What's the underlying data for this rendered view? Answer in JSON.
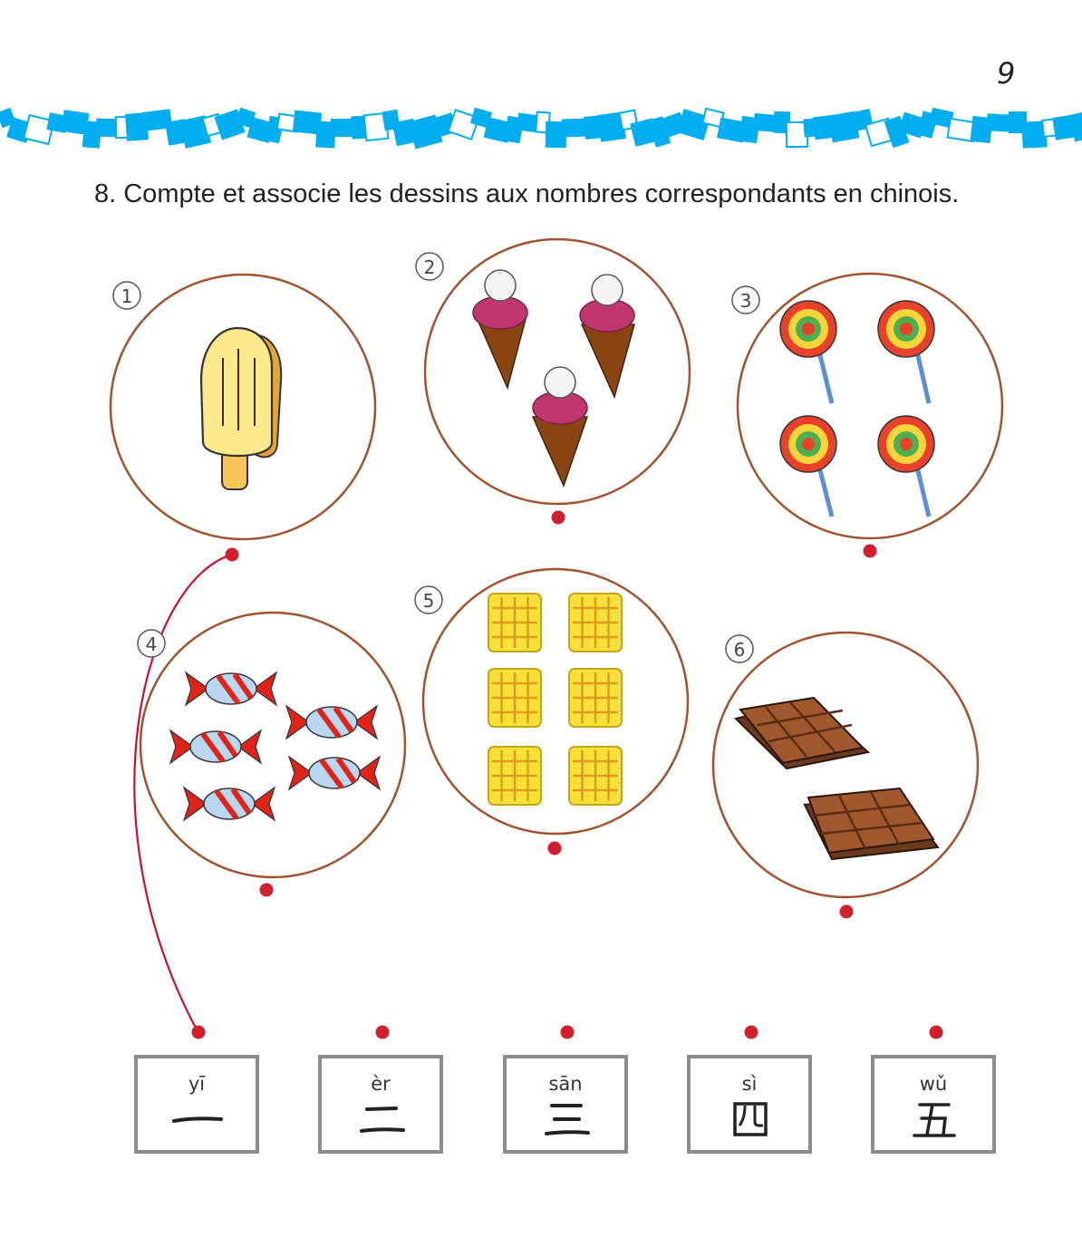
{
  "page": {
    "number": "9"
  },
  "exercise": {
    "instruction": "8. Compte et associe les dessins aux nombres correspondants en chinois.",
    "accent_color": "#00aeef",
    "circle_color": "#a0522d",
    "dot_color": "#d0202e",
    "line_color": "#c8102e"
  },
  "pictures": [
    {
      "label": "①",
      "icon": "popsicle-icon",
      "count": 1
    },
    {
      "label": "②",
      "icon": "ice-cream-cone-icon",
      "count": 3
    },
    {
      "label": "③",
      "icon": "lollipop-icon",
      "count": 4
    },
    {
      "label": "④",
      "icon": "wrapped-candy-icon",
      "count": 5
    },
    {
      "label": "⑤",
      "icon": "waffle-icon",
      "count": 6
    },
    {
      "label": "⑥",
      "icon": "chocolate-bar-icon",
      "count": 2
    }
  ],
  "numbers": [
    {
      "pinyin": "yī",
      "hanzi": "一"
    },
    {
      "pinyin": "èr",
      "hanzi": "二"
    },
    {
      "pinyin": "sān",
      "hanzi": "三"
    },
    {
      "pinyin": "sì",
      "hanzi": "四"
    },
    {
      "pinyin": "wǔ",
      "hanzi": "五"
    }
  ],
  "example_match": {
    "picture": "①",
    "number": "一"
  }
}
